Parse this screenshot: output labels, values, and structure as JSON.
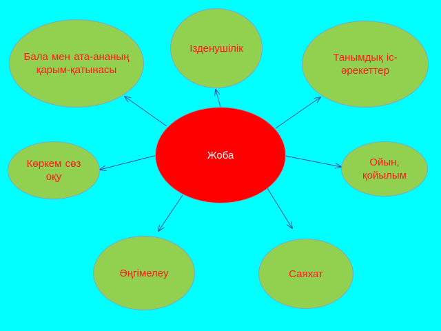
{
  "center": {
    "label": "Жоба"
  },
  "nodes": [
    {
      "id": "parent-child",
      "label": "Бала мен ата-ананың қарым-қатынасы"
    },
    {
      "id": "inquiry",
      "label": "Ізденушілік"
    },
    {
      "id": "cognitive",
      "label": "Танымдық іс-әрекеттер"
    },
    {
      "id": "reading",
      "label": "Көркем сөз оқу"
    },
    {
      "id": "play",
      "label": "Ойын, қойылым"
    },
    {
      "id": "talk",
      "label": "Әңгімелеу"
    },
    {
      "id": "travel",
      "label": "Саяхат"
    }
  ],
  "colors": {
    "background": "#00ffff",
    "center_fill": "#ff0000",
    "center_text": "#ffffff",
    "node_fill": "#92d050",
    "node_text": "#ff1a1a",
    "node_border": "#7aa7c7",
    "arrow": "#2f4fa0"
  }
}
